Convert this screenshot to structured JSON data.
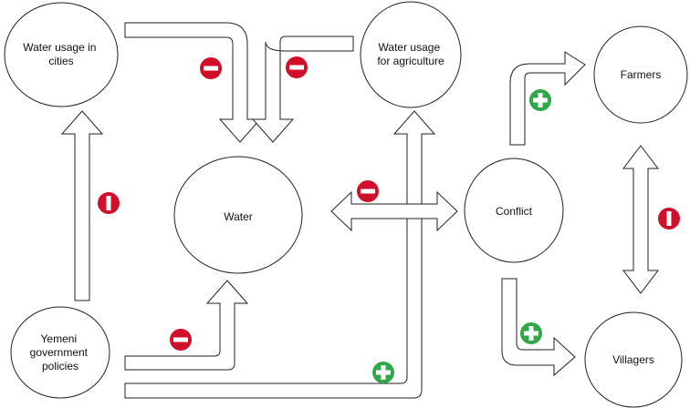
{
  "nodes": {
    "cities": {
      "lines": [
        "Water usage in",
        "cities"
      ]
    },
    "agriculture": {
      "lines": [
        "Water usage",
        "for agriculture"
      ]
    },
    "water": {
      "lines": [
        "Water"
      ]
    },
    "conflict": {
      "lines": [
        "Conflict"
      ]
    },
    "farmers": {
      "lines": [
        "Farmers"
      ]
    },
    "villagers": {
      "lines": [
        "Villagers"
      ]
    },
    "government": {
      "lines": [
        "Yemeni",
        "government",
        "policies"
      ]
    }
  },
  "colors": {
    "negative": "#d0102a",
    "positive": "#2fa84a",
    "stroke": "#222222"
  },
  "badges": {
    "cities_to_water": "negative",
    "agriculture_to_water": "negative",
    "government_to_cities": "negative",
    "government_to_water": "negative",
    "water_conflict": "negative",
    "government_to_agriculture": "positive",
    "conflict_to_farmers": "positive",
    "conflict_to_villagers": "positive",
    "farmers_villagers": "negative"
  }
}
